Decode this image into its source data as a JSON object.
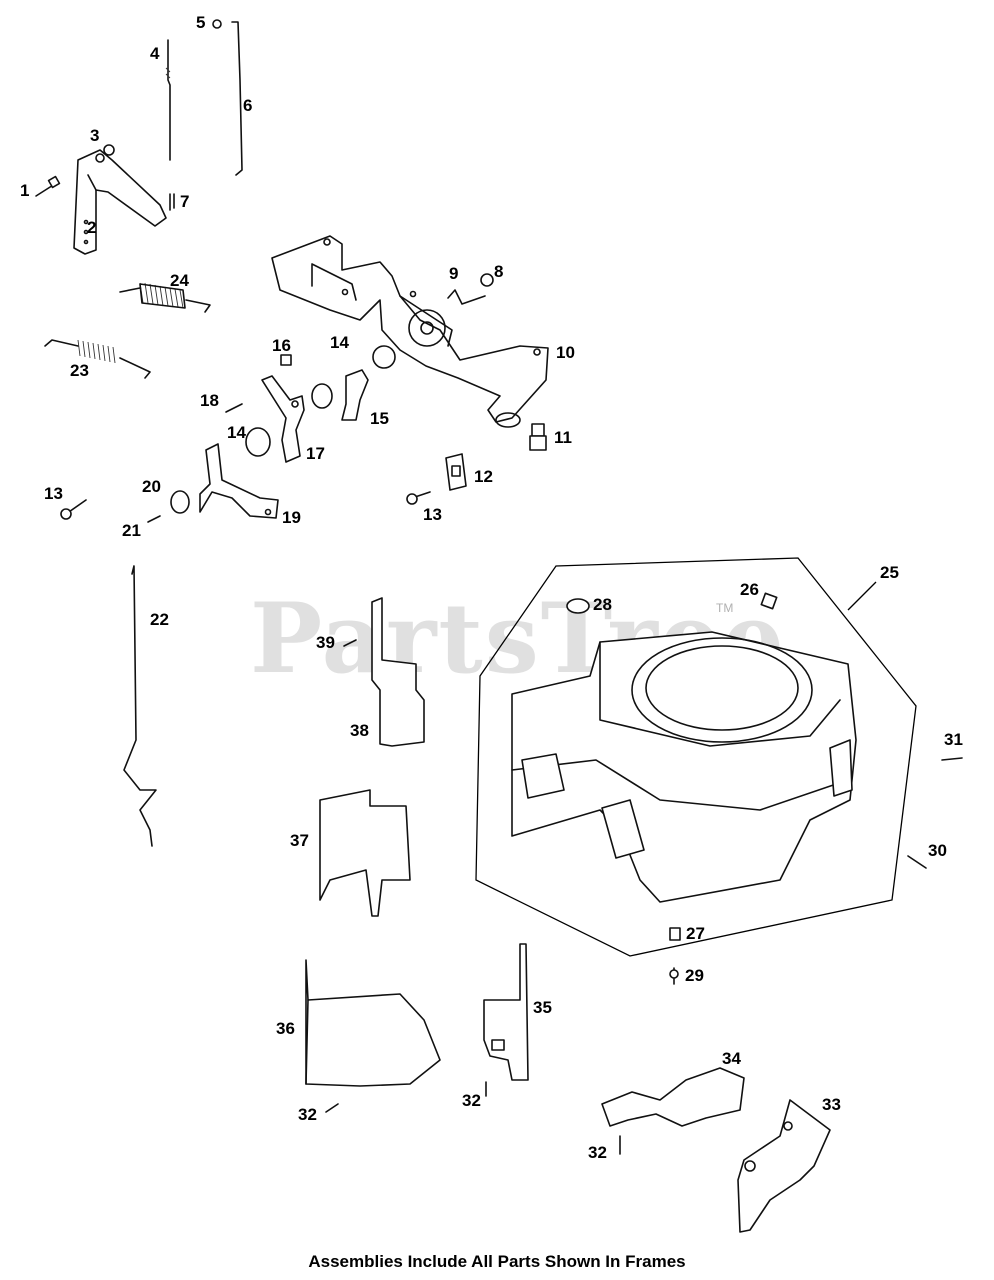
{
  "watermark": {
    "brand": "PartsTree",
    "trademark": "TM"
  },
  "footer": {
    "note": "Assemblies Include All Parts Shown In Frames"
  },
  "callouts": {
    "c1": "1",
    "c2": "2",
    "c3": "3",
    "c4": "4",
    "c5": "5",
    "c6": "6",
    "c7": "7",
    "c8": "8",
    "c9": "9",
    "c10": "10",
    "c11": "11",
    "c12": "12",
    "c13a": "13",
    "c13b": "13",
    "c14a": "14",
    "c14b": "14",
    "c15": "15",
    "c16": "16",
    "c17": "17",
    "c18": "18",
    "c19": "19",
    "c20": "20",
    "c21": "21",
    "c22": "22",
    "c23": "23",
    "c24": "24",
    "c25": "25",
    "c26": "26",
    "c27": "27",
    "c28": "28",
    "c29": "29",
    "c30": "30",
    "c31": "31",
    "c32a": "32",
    "c32b": "32",
    "c32c": "32",
    "c33": "33",
    "c34": "34",
    "c35": "35",
    "c36": "36",
    "c37": "37",
    "c38": "38",
    "c39": "39"
  }
}
